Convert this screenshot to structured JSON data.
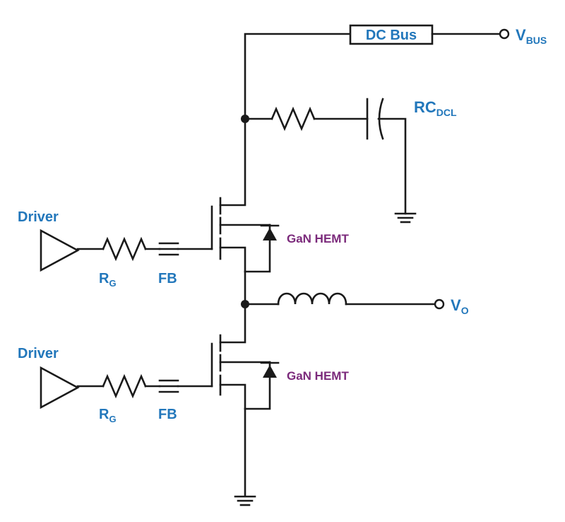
{
  "labels": {
    "dc_bus": "DC Bus",
    "vbus_main": "V",
    "vbus_sub": "BUS",
    "rcdcl_main": "RC",
    "rcdcl_sub": "DCL",
    "vo_main": "V",
    "vo_sub": "O",
    "driver_top": "Driver",
    "driver_bottom": "Driver",
    "rg_top_main": "R",
    "rg_top_sub": "G",
    "rg_bottom_main": "R",
    "rg_bottom_sub": "G",
    "fb_top": "FB",
    "fb_bottom": "FB",
    "hemt_top": "GaN HEMT",
    "hemt_bottom": "GaN HEMT"
  },
  "colors": {
    "label": "#2277bb",
    "device_label": "#7b2a7b",
    "wire": "#1a1a1a"
  }
}
